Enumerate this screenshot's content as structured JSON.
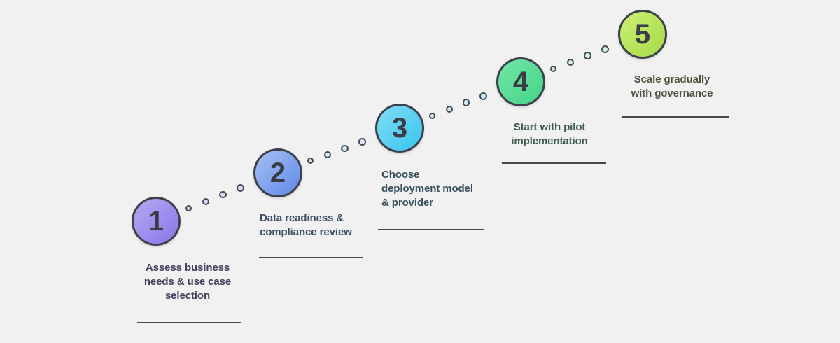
{
  "diagram": {
    "background_color": "#f1f1f2",
    "circle_border_color": "#3d414a",
    "number_color": "#3a3d45",
    "dot_border_color": "#434c52",
    "underline_color": "#48494c",
    "steps": [
      {
        "number": "1",
        "label_lines": [
          "Assess business",
          "needs & use case",
          "selection"
        ],
        "align": "center",
        "circle_gradient_start": "#b6a8f3",
        "circle_gradient_end": "#8977e8",
        "text_color": "#46415f",
        "connector_dot_fill": "#ddd6f6"
      },
      {
        "number": "2",
        "label_lines": [
          "Data readiness &",
          "compliance review"
        ],
        "align": "left",
        "circle_gradient_start": "#a5c0f4",
        "circle_gradient_end": "#618ae8",
        "text_color": "#3d4d66",
        "connector_dot_fill": "#dbe7fb"
      },
      {
        "number": "3",
        "label_lines": [
          "Choose",
          "deployment model",
          "& provider"
        ],
        "align": "left",
        "circle_gradient_start": "#82ddf7",
        "circle_gradient_end": "#38c4ee",
        "text_color": "#36505c",
        "connector_dot_fill": "#d2effb"
      },
      {
        "number": "4",
        "label_lines": [
          "Start with pilot",
          "implementation"
        ],
        "align": "center",
        "circle_gradient_start": "#74e7aa",
        "circle_gradient_end": "#43d487",
        "text_color": "#3a5947",
        "connector_dot_fill": "#d7f1de"
      },
      {
        "number": "5",
        "label_lines": [
          "Scale gradually",
          "with governance"
        ],
        "align": "center",
        "circle_gradient_start": "#cdf078",
        "circle_gradient_end": "#a5da45",
        "text_color": "#4b5340",
        "connector_dot_fill": "#eaf6cd"
      }
    ]
  }
}
